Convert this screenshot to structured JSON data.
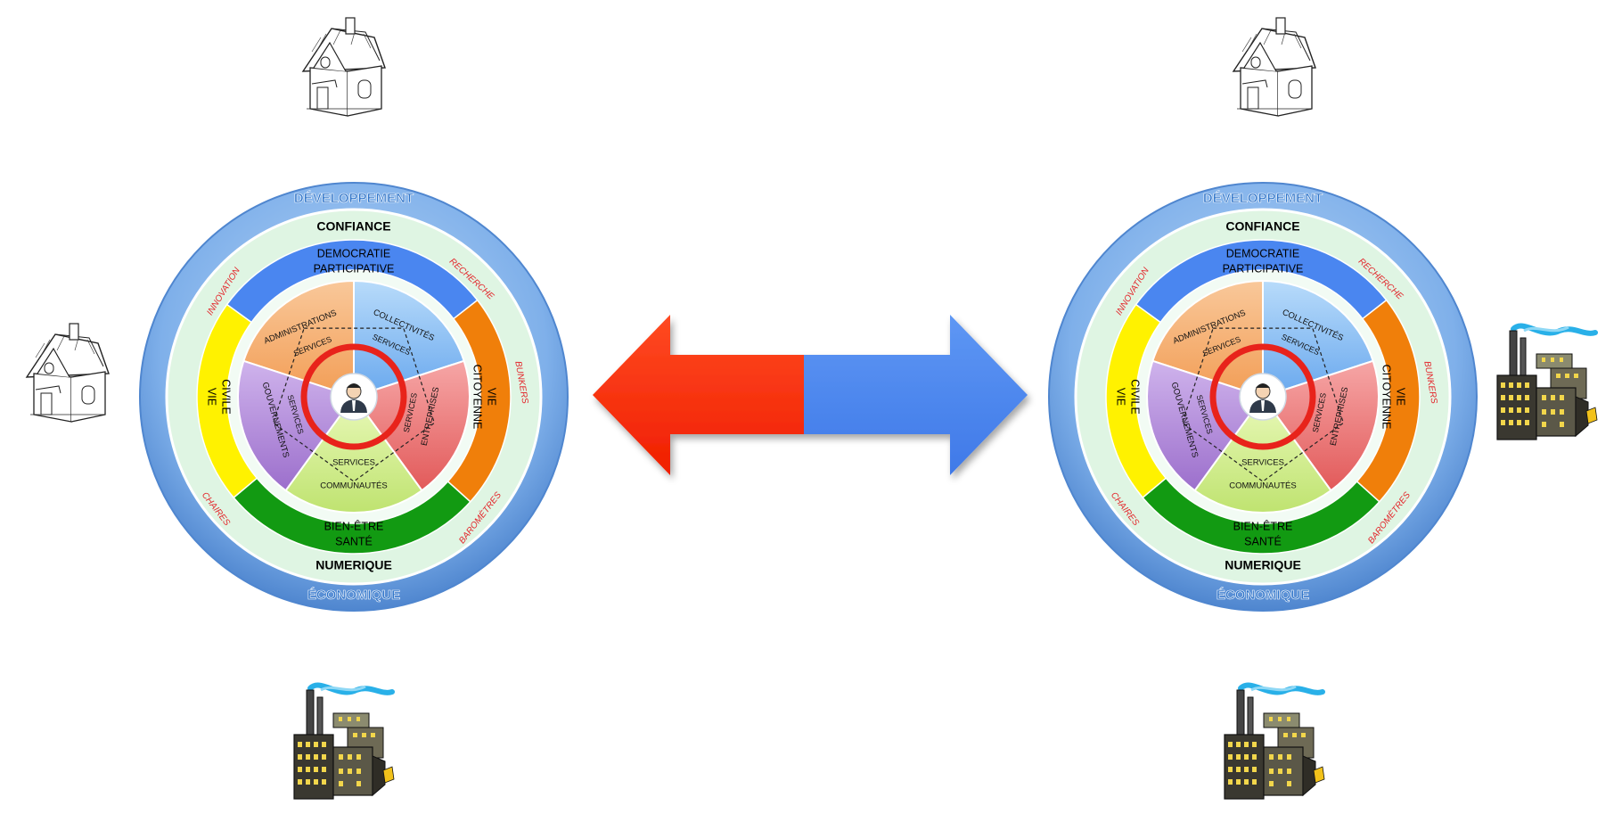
{
  "diagram": {
    "outer_top": "DÉVELOPPEMENT",
    "outer_bottom": "ÉCONOMIQUE",
    "ring_top": "CONFIANCE",
    "ring_bottom": "NUMERIQUE",
    "corners": [
      "INNOVATION",
      "RECHERCHE",
      "BUNKERS",
      "BAROMÈTRES",
      "CHAIRES"
    ],
    "band_top": [
      "DEMOCRATIE",
      "PARTICIPATIVE"
    ],
    "band_bottom": [
      "BIEN-ÊTRE",
      "SANTÉ"
    ],
    "band_left": [
      "VIE",
      "CIVILE"
    ],
    "band_right": [
      "VIE",
      "CITOYENNE"
    ],
    "inner": {
      "administrations": "ADMINISTRATIONS",
      "collectivites": "COLLECTIVITÉS",
      "gouvernements": "GOUVERNEMENTS",
      "entreprises": "ENTREPRISES",
      "communautes": "COMMUNAUTÉS",
      "services": "SERVICES"
    },
    "center_icon": "person-icon"
  },
  "icons": {
    "house": "house-icon",
    "factory": "factory-icon"
  },
  "colors": {
    "outer": "#5b9bd5",
    "ring": "#dff5e3",
    "democratie": "#4a86f0",
    "vie_citoyenne": "#f07f0a",
    "bien_etre": "#129a12",
    "vie_civile": "#fff200",
    "administrations": "#f6b074",
    "collectivites": "#8ec3f5",
    "entreprises": "#ee7a7a",
    "communautes": "#d5f08e",
    "gouvernements": "#b48ad8",
    "core_ring": "#e8231b",
    "arrow_left": "#ff2a0a",
    "arrow_right": "#4a86f0",
    "corner_text": "#e3262b"
  }
}
